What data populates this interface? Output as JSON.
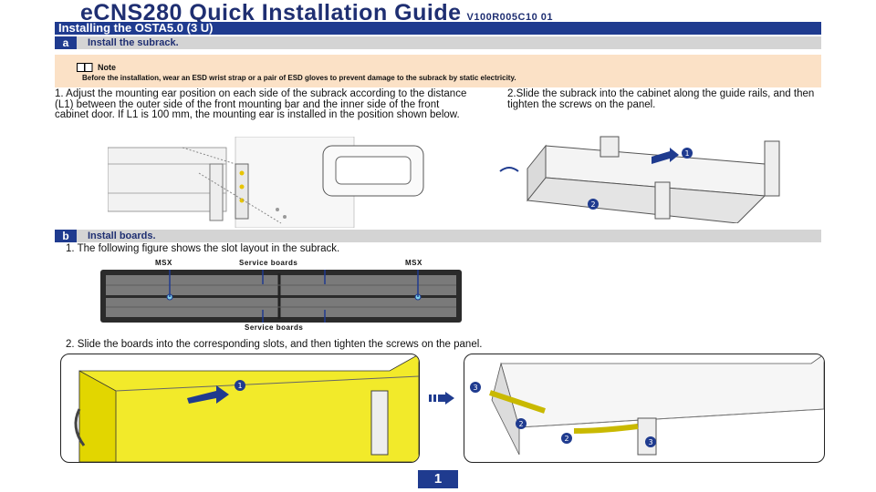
{
  "header": {
    "title": "eCNS280 Quick Installation Guide",
    "version": "V100R005C10 01"
  },
  "banner": {
    "text": "Installing the OSTA5.0 (3 U)"
  },
  "section_a": {
    "letter": "a",
    "title": "Install the subrack.",
    "note": {
      "label": "Note",
      "text": "Before the installation, wear an ESD wrist strap or a pair of ESD gloves to prevent damage to the subrack by static electricity."
    },
    "step1": "1. Adjust the mounting ear position on each side of the subrack according to the distance (L1) between the outer side of the front mounting bar and the inner side of the front cabinet door. If L1 is 100 mm, the mounting ear is installed in the position shown below.",
    "step2": "2.Slide the subrack into the cabinet along the guide rails, and then tighten the screws on the panel.",
    "callouts": {
      "one": "1",
      "two": "2"
    }
  },
  "section_b": {
    "letter": "b",
    "title": "Install boards.",
    "step1": "1. The following figure shows the slot layout in the subrack.",
    "slot_labels": {
      "msx_left": "MSX",
      "service_top": "Service boards",
      "msx_right": "MSX",
      "service_bottom": "Service boards"
    },
    "step2": "2. Slide the boards into the corresponding slots, and then tighten the screws on the panel.",
    "callouts": {
      "one": "1",
      "two": "2",
      "three": "3"
    }
  },
  "footer": {
    "page_number": "1"
  }
}
